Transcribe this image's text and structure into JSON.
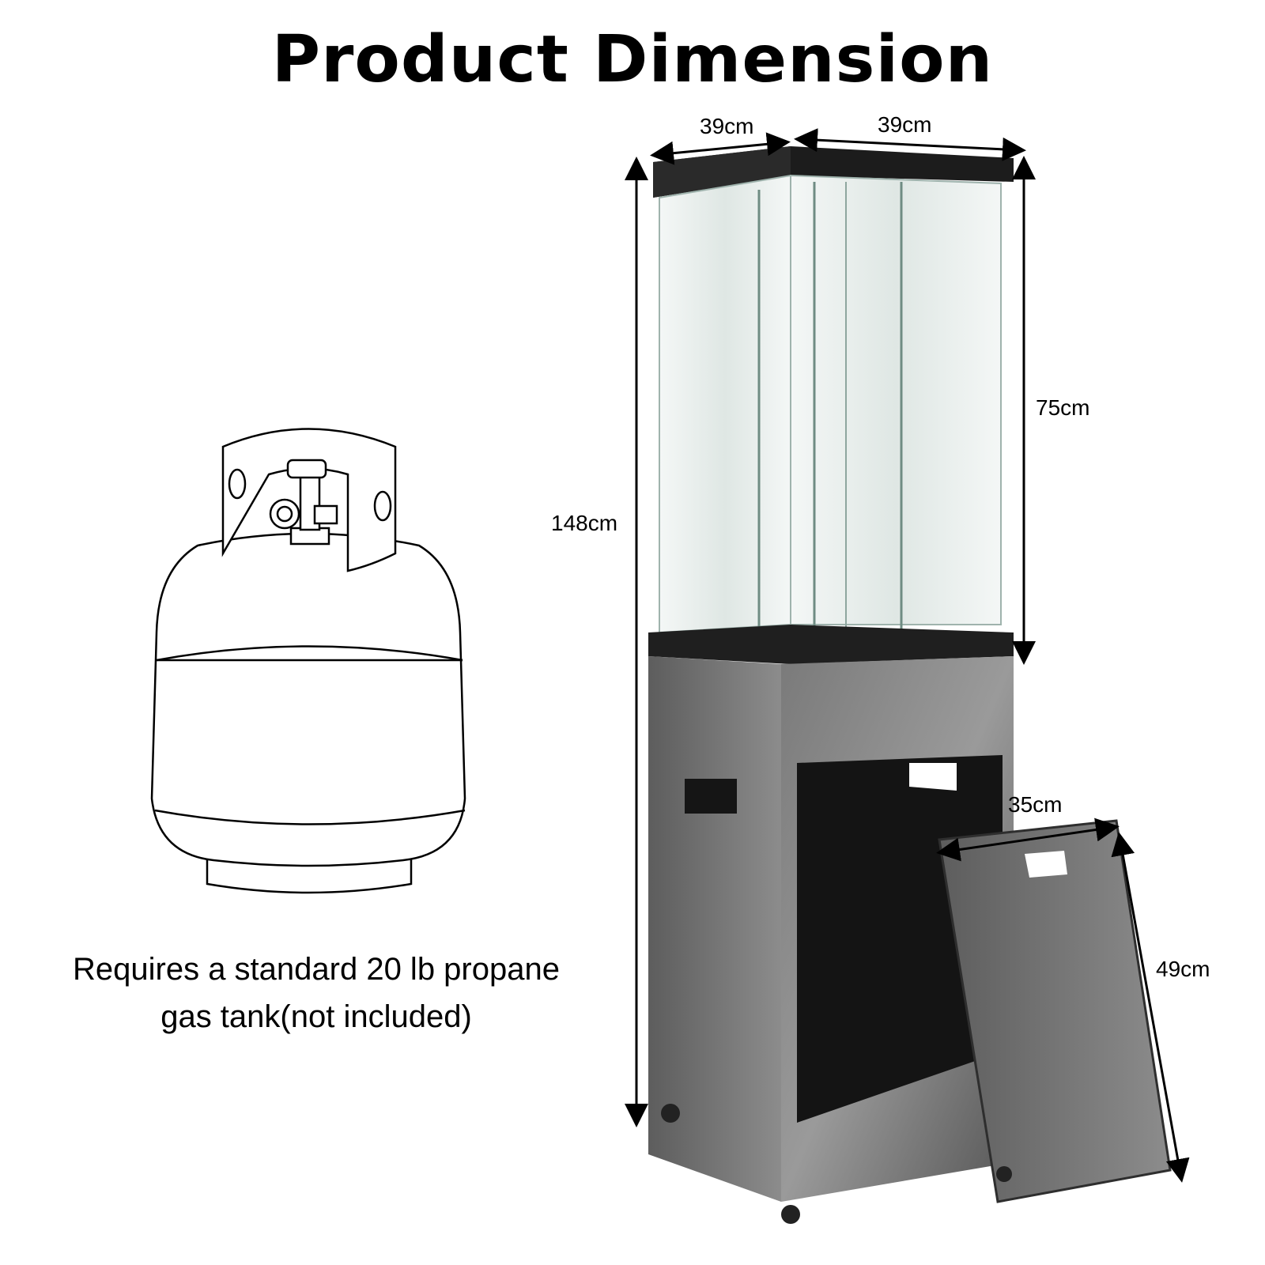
{
  "header": {
    "title": "Product Dimension"
  },
  "dimensions": {
    "top_width_left": "39cm",
    "top_width_right": "39cm",
    "total_height": "148cm",
    "glass_height": "75cm",
    "door_width": "35cm",
    "door_height": "49cm"
  },
  "tank": {
    "caption_line1": "Requires a standard 20 lb propane",
    "caption_line2": "gas tank(not included)"
  },
  "colors": {
    "background": "#ffffff",
    "text": "#000000",
    "frame": "#1e1e1e",
    "stone_light": "#8a8a8a",
    "stone_dark": "#3a3a3a",
    "glass": "#e8f0ee"
  }
}
